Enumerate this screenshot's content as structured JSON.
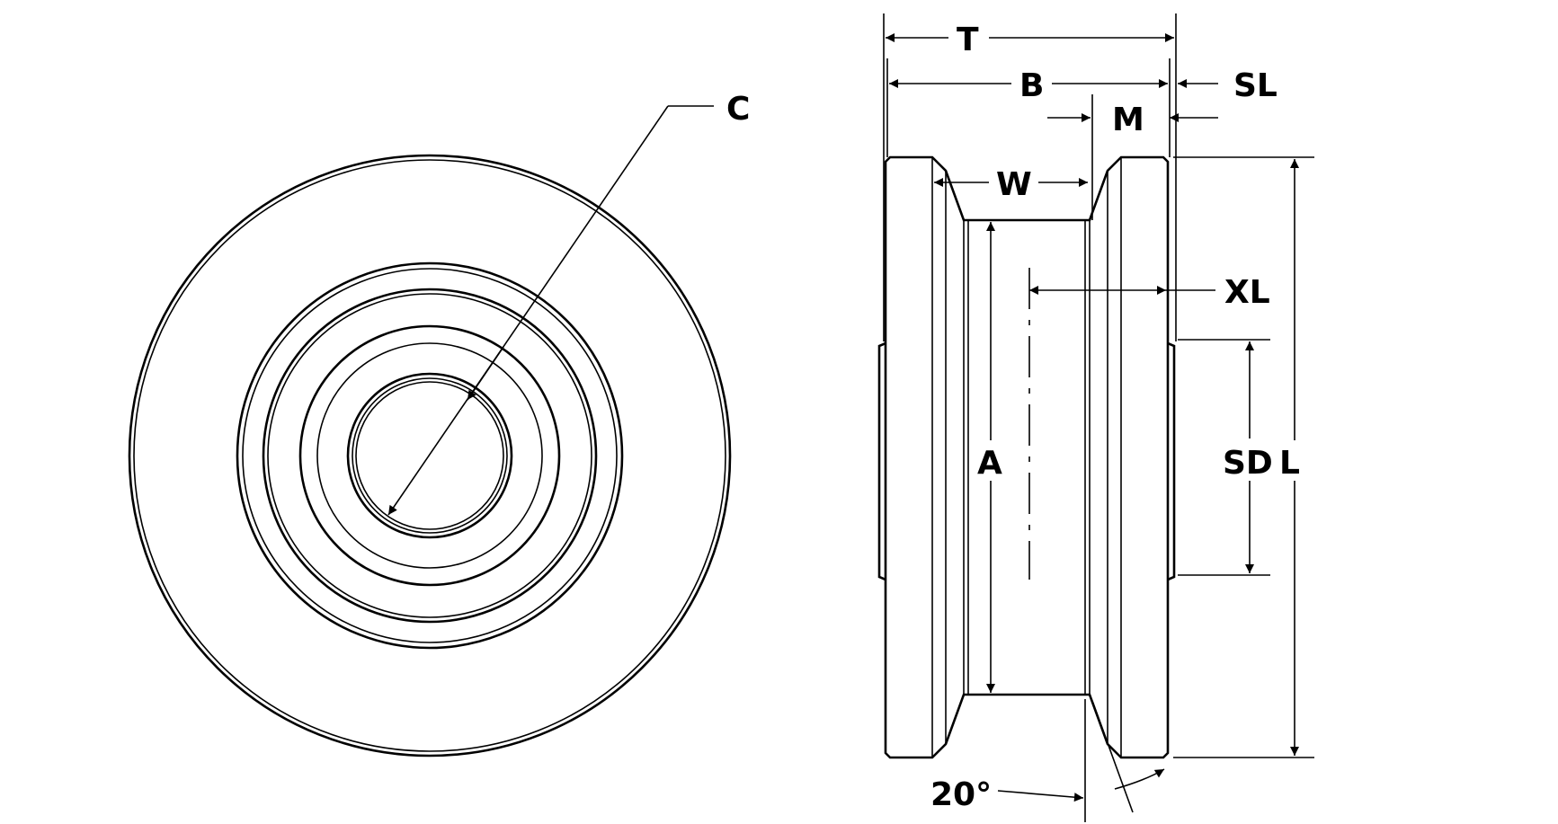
{
  "labels": {
    "c": "C",
    "t": "T",
    "b": "B",
    "sl": "SL",
    "m": "M",
    "w": "W",
    "xl": "XL",
    "a": "A",
    "sd": "SD",
    "l": "L",
    "angle": "20°"
  },
  "colors": {
    "line": "#000000",
    "background": "#ffffff"
  }
}
